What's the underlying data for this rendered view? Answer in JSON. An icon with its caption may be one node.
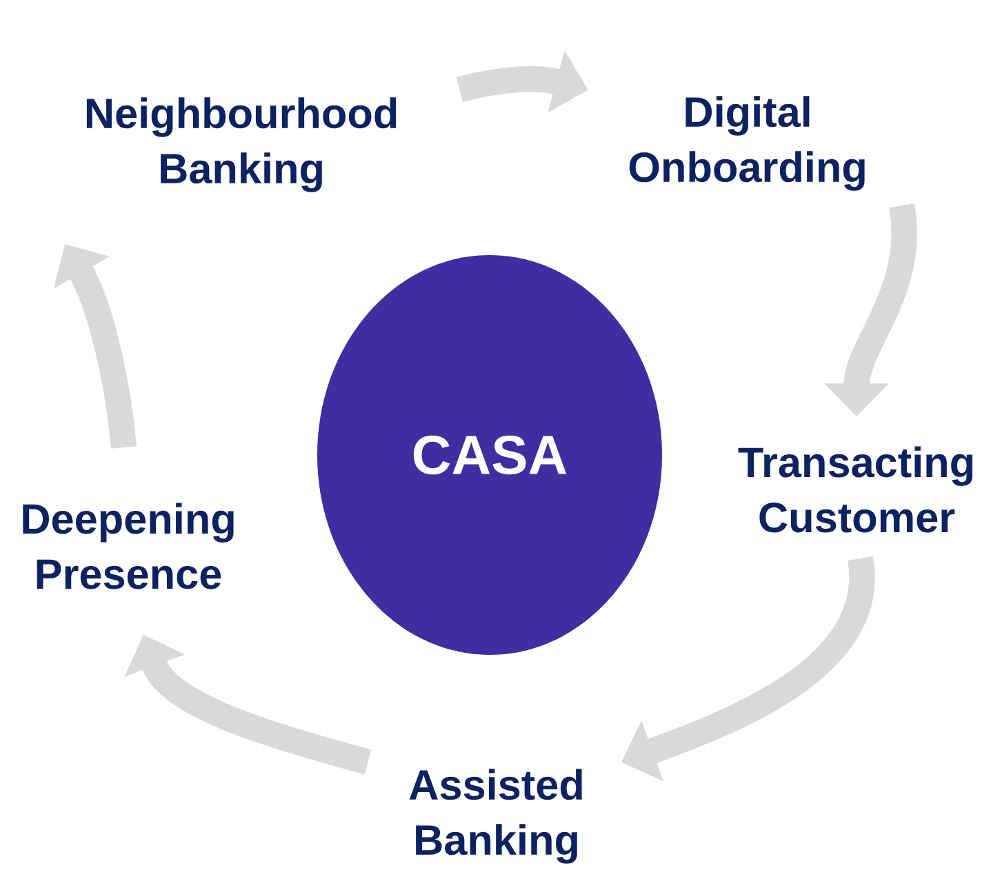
{
  "diagram": {
    "nodes": [
      {
        "text": [
          "CASA"
        ]
      },
      {
        "text": [
          "Neighbourhood Banking"
        ]
      },
      {
        "text": [
          "Digital Onboarding"
        ]
      },
      {
        "text": [
          "Transacting Customer"
        ]
      },
      {
        "text": [
          "Assisted Banking"
        ]
      },
      {
        "text": [
          "Deepening Presence"
        ]
      }
    ],
    "edges": [
      {
        "from": 1,
        "to": 2,
        "arrow": "to"
      },
      {
        "from": 2,
        "to": 3,
        "arrow": "to"
      },
      {
        "from": 3,
        "to": 4,
        "arrow": "to"
      },
      {
        "from": 4,
        "to": 5,
        "arrow": "to"
      },
      {
        "from": 5,
        "to": 1,
        "arrow": "to"
      }
    ]
  }
}
